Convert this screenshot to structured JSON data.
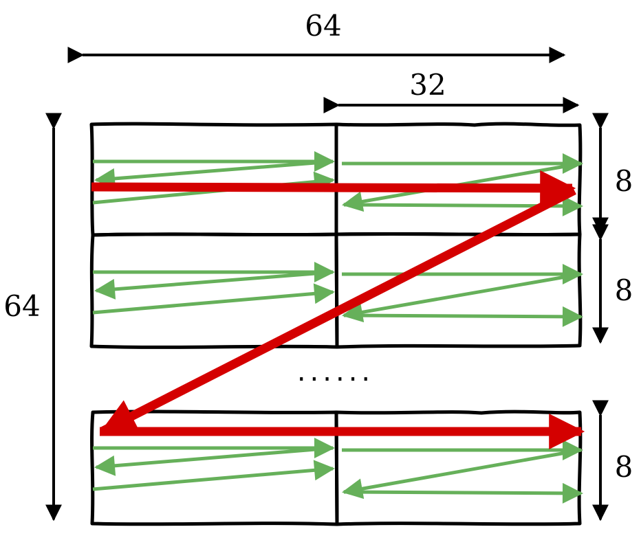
{
  "labels": {
    "total_width": "64",
    "tile_width": "32",
    "total_height": "64",
    "tile_height_1": "8",
    "tile_height_2": "8",
    "tile_height_3": "8",
    "ellipsis": "......"
  },
  "colors": {
    "outline": "#000000",
    "inner_scan": "#66b05a",
    "tile_order": "#d40000",
    "dimension": "#000000"
  }
}
